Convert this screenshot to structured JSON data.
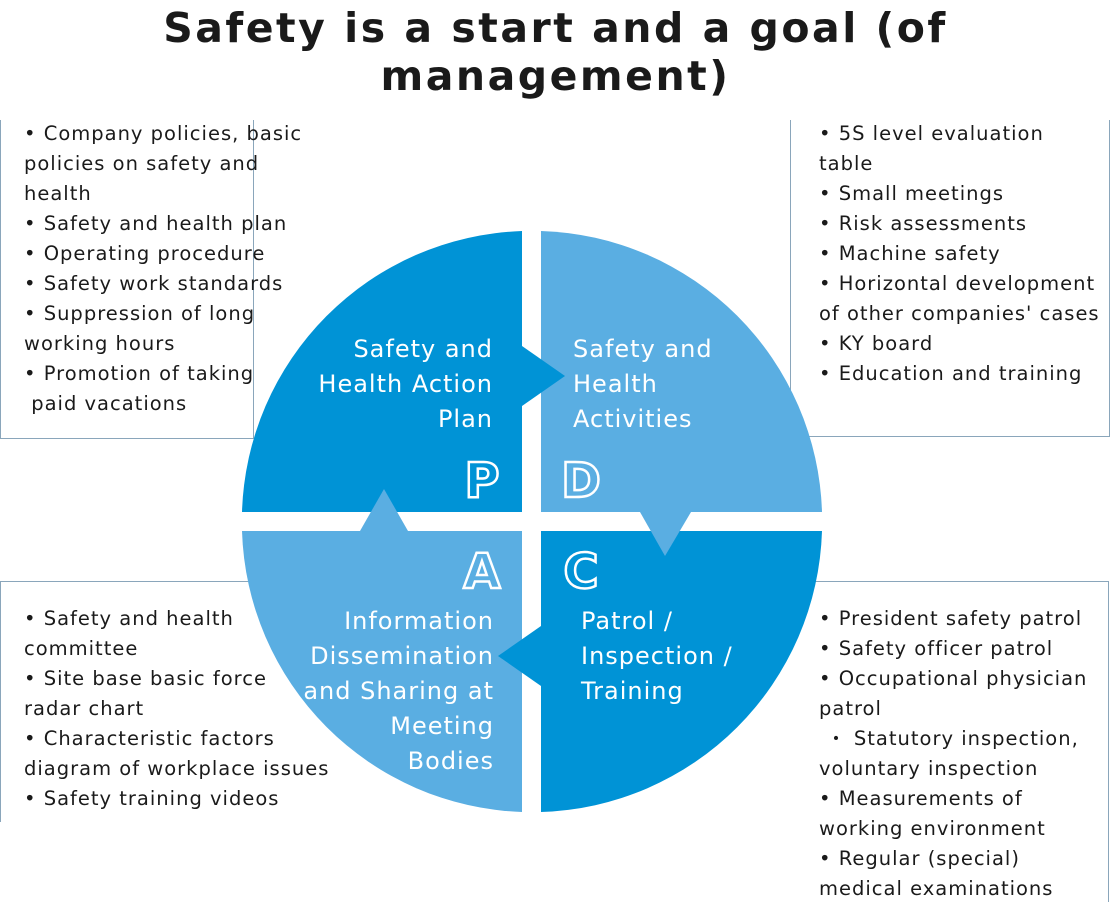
{
  "title": "Safety is a start and a goal (of management)",
  "quadrants": {
    "plan": {
      "letter": "P",
      "label": [
        "Safety and",
        "Health Action",
        "Plan"
      ],
      "items": [
        "• Company policies, basic",
        "policies on safety and",
        "health",
        "• Safety and health plan",
        "• Operating procedure",
        "• Safety work standards",
        "• Suppression of long",
        "working hours",
        "• Promotion of taking",
        " paid vacations"
      ]
    },
    "do": {
      "letter": "D",
      "label": [
        "Safety and",
        "Health",
        "Activities"
      ],
      "items": [
        "• 5S level evaluation",
        "table",
        "• Small meetings",
        "• Risk assessments",
        "• Machine safety",
        "• Horizontal development",
        "of other companies' cases",
        "• KY board",
        "• Education and training"
      ]
    },
    "check": {
      "letter": "C",
      "label": [
        "Patrol /",
        "Inspection /",
        "Training"
      ],
      "items": [
        "• President safety patrol",
        "• Safety officer patrol",
        "• Occupational physician",
        "patrol",
        " ・ Statutory inspection,",
        "voluntary inspection",
        "• Measurements of",
        "working environment",
        "• Regular (special)",
        "medical examinations"
      ]
    },
    "act": {
      "letter": "A",
      "label": [
        "Information",
        "Dissemination",
        "and Sharing at",
        "Meeting",
        "Bodies"
      ],
      "items": [
        "• Safety and health",
        "committee",
        "• Site base basic force",
        "radar chart",
        "• Characteristic factors",
        "diagram of workplace issues",
        "• Safety training videos"
      ]
    }
  },
  "colors": {
    "dark_blue": "#0093d6",
    "light_blue": "#5aaee2",
    "border": "#8aa6bb",
    "text": "#1a1a1a"
  }
}
